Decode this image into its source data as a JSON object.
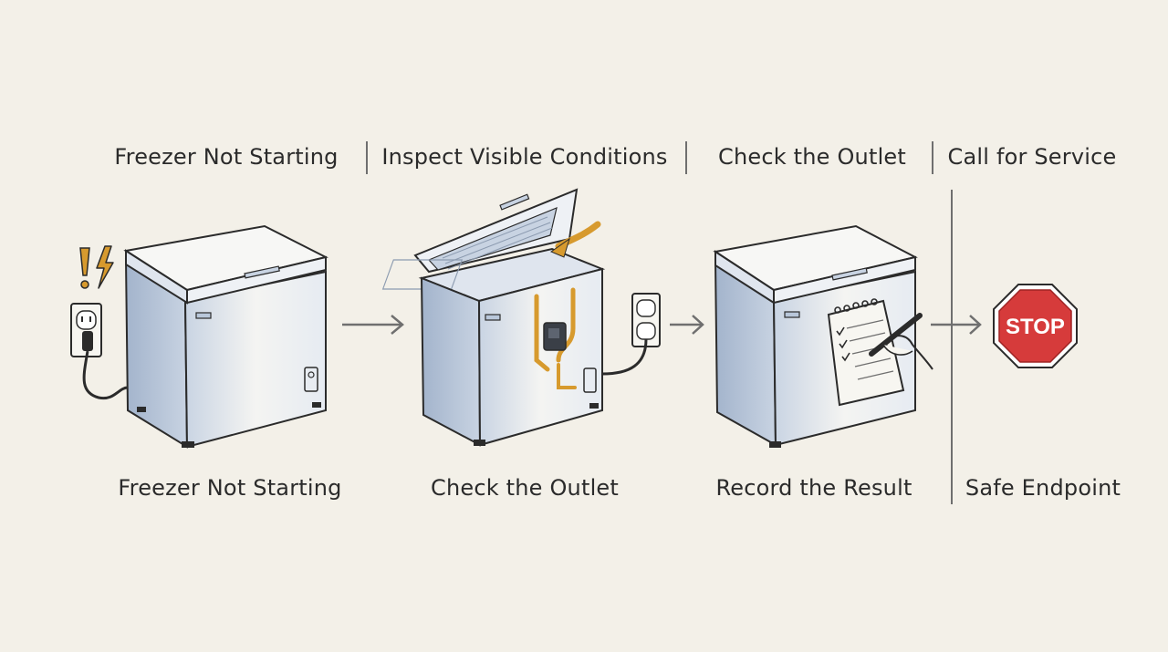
{
  "steps": [
    {
      "heading": "Freezer Not Starting",
      "caption": "Freezer Not Starting"
    },
    {
      "heading": "Inspect Visible Conditions",
      "caption": "Check the Outlet"
    },
    {
      "heading": "Check the Outlet",
      "caption": "Record the Result"
    },
    {
      "heading": "Call for Service",
      "caption": "Safe Endpoint"
    }
  ],
  "stop_sign": {
    "label": "STOP",
    "color": "#d63b3b"
  },
  "icons": [
    "warning-icon",
    "lightning-icon",
    "outlet-icon",
    "plug-icon",
    "freezer-icon",
    "arrow-right-icon",
    "notepad-icon",
    "pen-icon",
    "stop-sign-icon"
  ],
  "colors": {
    "background": "#f3f0e8",
    "freezer_shade": "#a9b9cf",
    "accent": "#d79a2e",
    "stop": "#d63b3b",
    "line": "#2b2b2b"
  }
}
